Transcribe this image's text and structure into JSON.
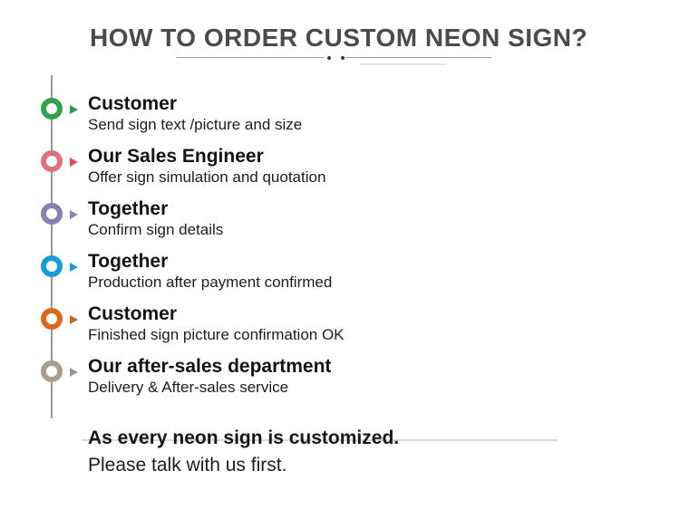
{
  "title": {
    "text": "HOW TO ORDER CUSTOM NEON SIGN?",
    "color": "#4a4a4f"
  },
  "timeline": {
    "line_color": "#9a9a9a",
    "steps": [
      {
        "title": "Customer",
        "subtitle": "Send sign text /picture and size",
        "color": "#34a04e",
        "arrow_color": "#2f9e4a"
      },
      {
        "title": "Our Sales Engineer",
        "subtitle": "Offer sign simulation and quotation",
        "color": "#dc7480",
        "arrow_color": "#d9505e"
      },
      {
        "title": "Together",
        "subtitle": "Confirm sign details",
        "color": "#8781b3",
        "arrow_color": "#8a86ae"
      },
      {
        "title": "Together",
        "subtitle": "Production after payment confirmed",
        "color": "#189cd8",
        "arrow_color": "#1a9cd8"
      },
      {
        "title": "Customer",
        "subtitle": "Finished sign picture confirmation OK",
        "color": "#d96b1e",
        "arrow_color": "#c96a20"
      },
      {
        "title": "Our after-sales department",
        "subtitle": "Delivery & After-sales service",
        "color": "#a89e90",
        "arrow_color": "#9a958d"
      }
    ]
  },
  "footer": {
    "bold_line": "As every neon sign is customized.",
    "regular_line": "Please talk with us first."
  }
}
